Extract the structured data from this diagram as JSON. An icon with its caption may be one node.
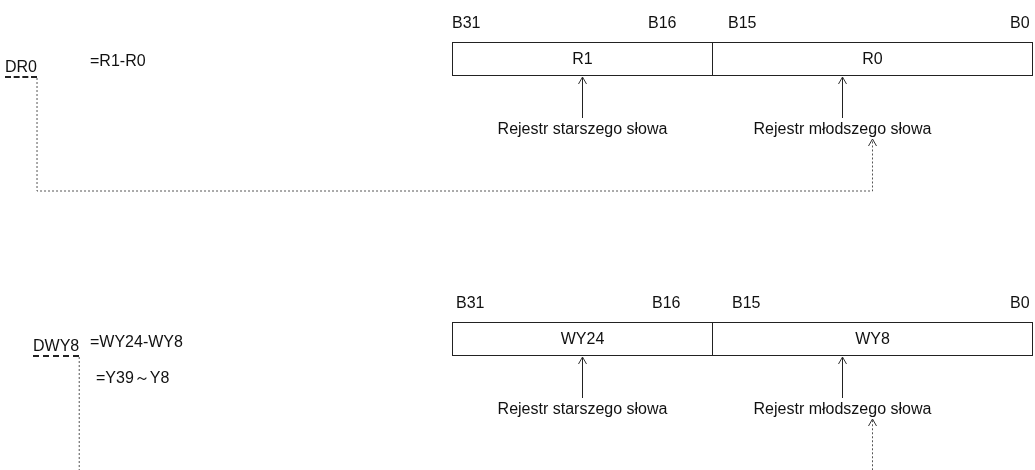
{
  "diagram": {
    "nodes": [
      {
        "text": [
          "DR0"
        ]
      },
      {
        "text": [
          "R1"
        ]
      },
      {
        "text": [
          "R0"
        ]
      },
      {
        "text": [
          "Rejestr starszego słowa"
        ]
      },
      {
        "text": [
          "Rejestr młodszego słowa"
        ]
      },
      {
        "text": [
          "DWY8"
        ]
      },
      {
        "text": [
          "WY24"
        ]
      },
      {
        "text": [
          "WY8"
        ]
      },
      {
        "text": [
          "Rejestr starszego słowa"
        ]
      },
      {
        "text": [
          "Rejestr młodszego słowa"
        ]
      }
    ],
    "edges": [
      {
        "from": 3,
        "to": 1,
        "arrow": "to"
      },
      {
        "from": 4,
        "to": 2,
        "arrow": "to"
      },
      {
        "from": 0,
        "to": 4,
        "arrow": "to",
        "style": "dashed"
      },
      {
        "from": 8,
        "to": 6,
        "arrow": "to"
      },
      {
        "from": 9,
        "to": 7,
        "arrow": "to"
      },
      {
        "from": 5,
        "to": 9,
        "arrow": "to",
        "style": "dashed"
      }
    ],
    "labels": [
      "B31",
      "B16",
      "B15",
      "B0",
      "=R1-R0",
      "B31",
      "B16",
      "B15",
      "B0",
      "=WY24-WY8",
      "=Y39～Y8"
    ]
  }
}
